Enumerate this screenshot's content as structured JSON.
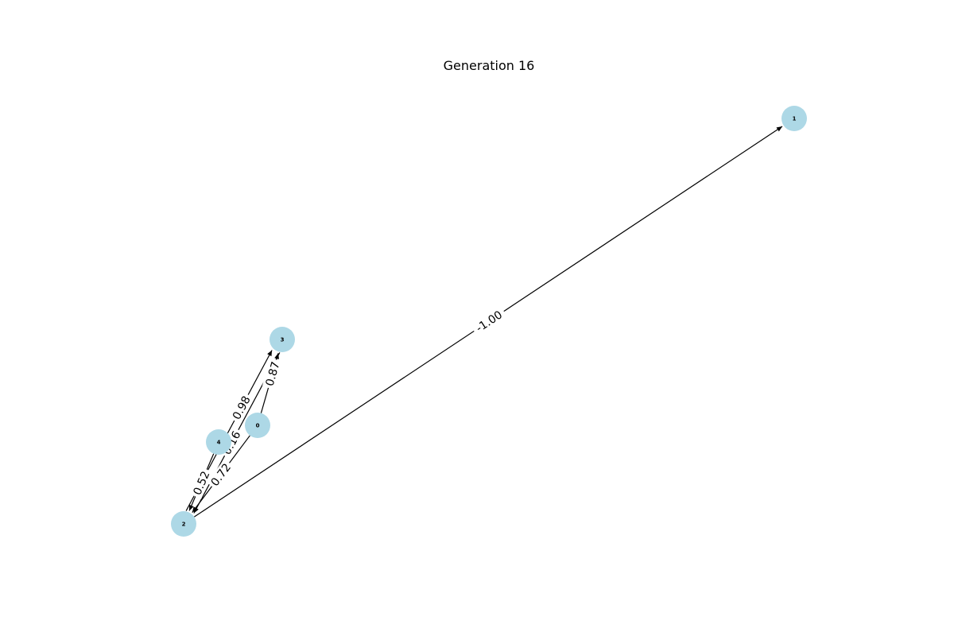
{
  "title": "Generation 16",
  "node_color": "#add8e6",
  "nodes": [
    {
      "id": "0"
    },
    {
      "id": "1"
    },
    {
      "id": "2"
    },
    {
      "id": "3"
    },
    {
      "id": "4"
    }
  ],
  "edges": [
    {
      "from": "2",
      "to": "1",
      "weight": "-1.00"
    },
    {
      "from": "2",
      "to": "3",
      "weight": "0.98"
    },
    {
      "from": "0",
      "to": "3",
      "weight": "0.87"
    },
    {
      "from": "3",
      "to": "2",
      "weight": "0.16"
    },
    {
      "from": "4",
      "to": "2",
      "weight": "0.52"
    },
    {
      "from": "0",
      "to": "2",
      "weight": "0.72"
    }
  ]
}
